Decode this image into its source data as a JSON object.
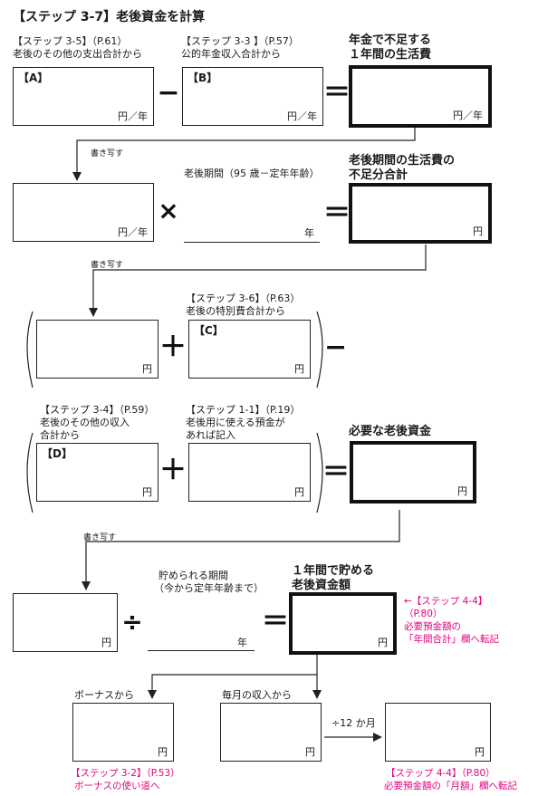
{
  "title": "【ステップ 3-7】老後資金を計算",
  "row1": {
    "left_ref": "【ステップ 3-5】（P.61）",
    "left_desc": "老後のその他の支出合計から",
    "mid_ref": "【ステップ 3-3 】（P.57）",
    "mid_desc": "公的年金収入合計から",
    "right_hdr1": "年金で不足する",
    "right_hdr2": "１年間の生活費",
    "box_a_label": "【A】",
    "box_b_label": "【B】",
    "unit_yen_year": "円／年",
    "minus": "−",
    "equals": "＝"
  },
  "row2": {
    "copy_label": "書き写す",
    "mid_desc": "老後期間（95 歳－定年年齢）",
    "right_hdr1": "老後期間の生活費の",
    "right_hdr2": "不足分合計",
    "unit_yen_year": "円／年",
    "unit_year": "年",
    "unit_yen": "円",
    "times": "×",
    "equals": "＝"
  },
  "row3": {
    "copy_label": "書き写す",
    "mid_ref": "【ステップ 3-6】（P.63）",
    "mid_desc": "老後の特別費合計から",
    "box_c_label": "【C】",
    "unit_yen": "円",
    "plus": "＋",
    "minus": "−"
  },
  "row4": {
    "left_ref": "【ステップ 3-4】（P.59）",
    "left_desc1": "老後のその他の収入",
    "left_desc2": "合計から",
    "mid_ref": "【ステップ 1-1】（P.19）",
    "mid_desc1": "老後用に使える預金が",
    "mid_desc2": "あれば記入",
    "right_hdr": "必要な老後資金",
    "box_d_label": "【D】",
    "unit_yen": "円",
    "plus": "＋",
    "equals": "＝"
  },
  "row5": {
    "copy_label": "書き写す",
    "mid_desc1": "貯められる期間",
    "mid_desc2": "（今から定年年齢まで）",
    "right_hdr1": "１年間で貯める",
    "right_hdr2": "老後資金額",
    "note1": "←【ステップ 4-4】",
    "note2": "（P.80）",
    "note3": "必要預金額の",
    "note4": "「年間合計」欄へ転記",
    "unit_yen": "円",
    "unit_year": "年",
    "divide": "÷",
    "equals": "＝"
  },
  "row6": {
    "bonus_label": "ボーナスから",
    "monthly_label": "毎月の収入から",
    "div12": "÷12 か月",
    "unit_yen": "円",
    "left_note1": "【ステップ 3-2】（P.53）",
    "left_note2": "ボーナスの使い道へ",
    "right_note1": "【ステップ 4-4】（P.80）",
    "right_note2": "必要預金額の「月額」欄へ転記"
  },
  "colors": {
    "accent": "#e4007f",
    "line": "#222222"
  }
}
